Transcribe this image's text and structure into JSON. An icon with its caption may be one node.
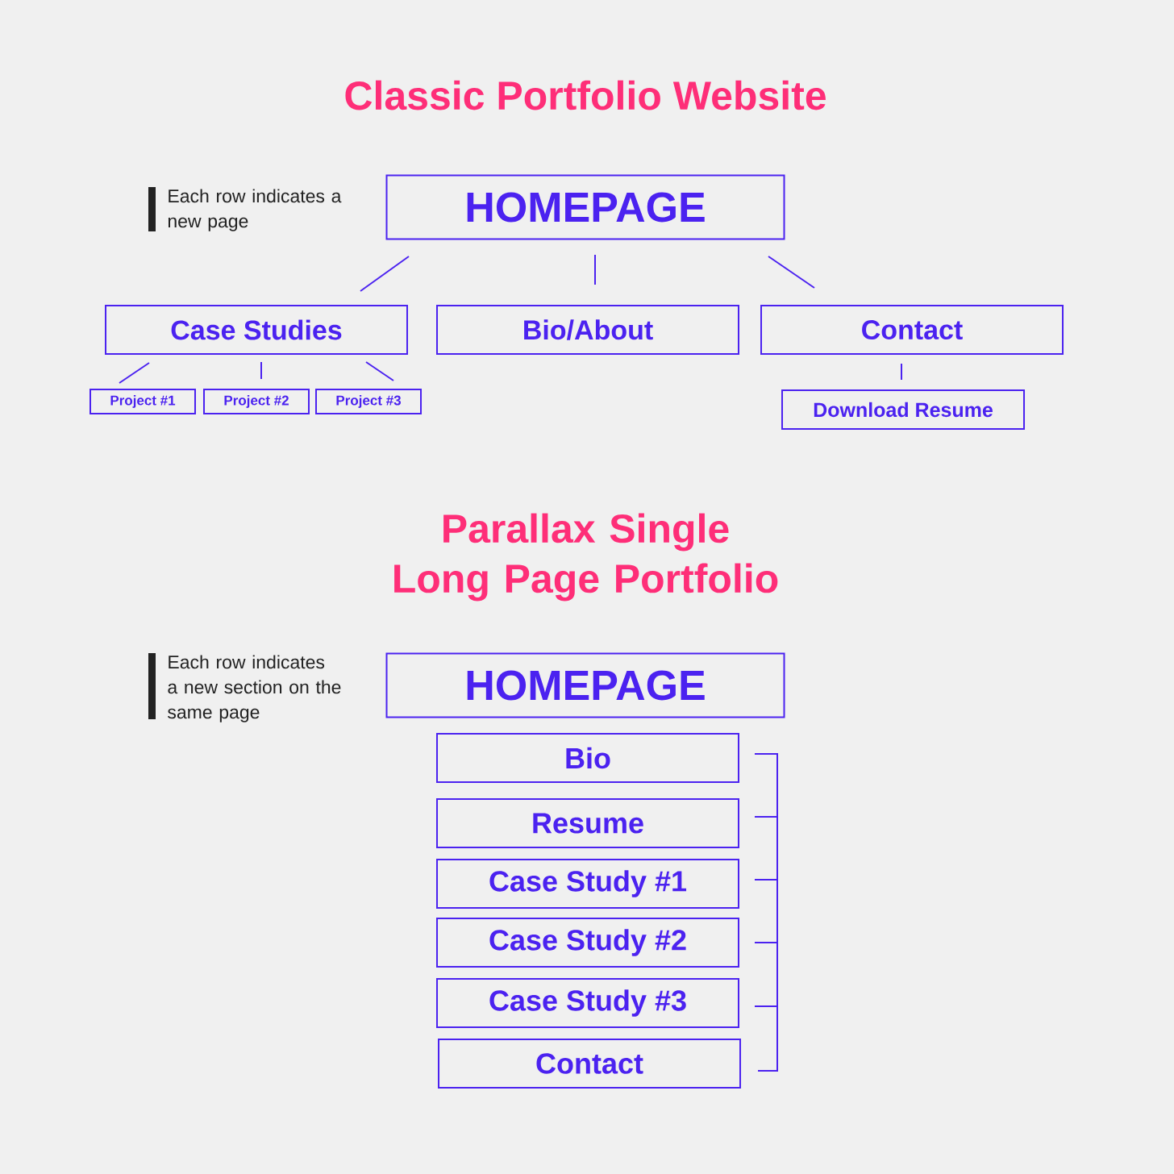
{
  "diagram": {
    "nodes": [
      {
        "text": [
          "HOMEPAGE"
        ]
      },
      {
        "text": [
          "Case Studies"
        ]
      },
      {
        "text": [
          "Bio/About"
        ]
      },
      {
        "text": [
          "Contact"
        ]
      },
      {
        "text": [
          "Project #1"
        ]
      },
      {
        "text": [
          "Project #2"
        ]
      },
      {
        "text": [
          "Project #3"
        ]
      },
      {
        "text": [
          "Download Resume"
        ]
      },
      {
        "text": [
          "HOMEPAGE"
        ]
      },
      {
        "text": [
          "Bio"
        ]
      },
      {
        "text": [
          "Resume"
        ]
      },
      {
        "text": [
          "Case Study #1"
        ]
      },
      {
        "text": [
          "Case Study #2"
        ]
      },
      {
        "text": [
          "Case Study #3"
        ]
      },
      {
        "text": [
          "Contact"
        ]
      }
    ],
    "edges": [
      {
        "from": 0,
        "to": 1,
        "arrow": "none"
      },
      {
        "from": 0,
        "to": 2,
        "arrow": "none"
      },
      {
        "from": 0,
        "to": 3,
        "arrow": "none"
      },
      {
        "from": 1,
        "to": 4,
        "arrow": "none"
      },
      {
        "from": 1,
        "to": 5,
        "arrow": "none"
      },
      {
        "from": 1,
        "to": 6,
        "arrow": "none"
      },
      {
        "from": 3,
        "to": 7,
        "arrow": "none"
      }
    ],
    "labels": [
      "Classic Portfolio Website",
      "Each row indicates a new page",
      "Parallax Single Long Page Portfolio",
      "Each row indicates a new section on the same page"
    ]
  }
}
